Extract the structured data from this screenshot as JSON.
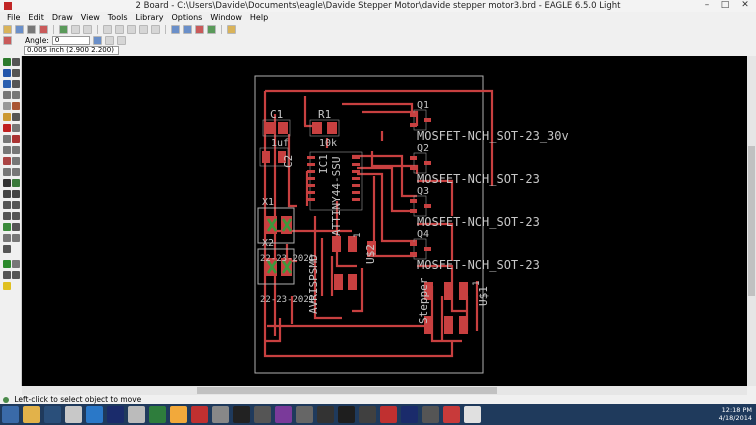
{
  "window": {
    "title": "2 Board - C:\\Users\\Davide\\Documents\\eagle\\Davide Stepper Motor\\davide stepper motor3.brd - EAGLE 6.5.0 Light",
    "controls": {
      "minimize": "–",
      "maximize": "□",
      "close": "✕"
    }
  },
  "menu": [
    "File",
    "Edit",
    "Draw",
    "View",
    "Tools",
    "Library",
    "Options",
    "Window",
    "Help"
  ],
  "toolbar2": {
    "angle_label": "Angle:",
    "angle_value": "0"
  },
  "coordinate": "0.005 inch (2.900 2.200)",
  "board": {
    "labels": {
      "c1": "C1",
      "c1_value": "1uf",
      "c2": "C2",
      "r1": "R1",
      "r1_value": "10k",
      "ic1": "IC1",
      "ic1_value": "ATTINY44-SSU",
      "x1": "X1",
      "x2": "X2",
      "x_part1": "22-23-2021",
      "x_part2": "22-23-2021",
      "avrisp": "AVRISPSMD",
      "u2": "U$2",
      "u2_pin": "1",
      "u1": "U$1",
      "u1_pin": "1",
      "stepper": "Stepper",
      "q1": "Q1",
      "q1_value": "MOSFET-NCH_SOT-23_30v",
      "q2": "Q2",
      "q2_value": "MOSFET-NCH_SOT-23",
      "q3": "Q3",
      "q3_value": "MOSFET-NCH_SOT-23",
      "q4": "Q4",
      "q4_value": "MOSFET-NCH_SOT-23"
    }
  },
  "status": "Left-click to select object to move",
  "taskbar": {
    "time": "12:18 PM",
    "date": "4/18/2014"
  }
}
